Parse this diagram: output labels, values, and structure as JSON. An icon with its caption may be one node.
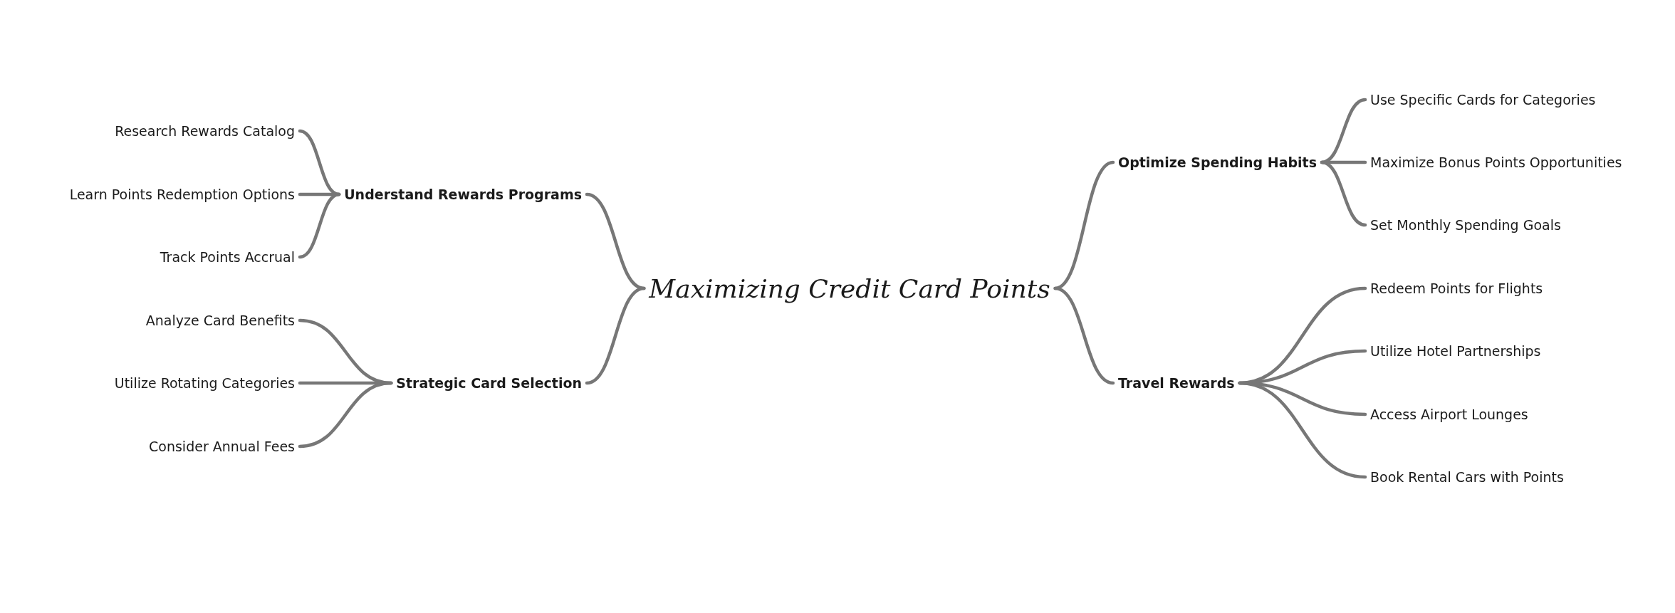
{
  "diagram": {
    "nodes": [
      {
        "text": [
          "Maximizing Credit Card Points"
        ]
      },
      {
        "text": [
          "Understand Rewards Programs"
        ]
      },
      {
        "text": [
          "Research Rewards Catalog"
        ]
      },
      {
        "text": [
          "Learn Points Redemption Options"
        ]
      },
      {
        "text": [
          "Track Points Accrual"
        ]
      },
      {
        "text": [
          "Strategic Card Selection"
        ]
      },
      {
        "text": [
          "Analyze Card Benefits"
        ]
      },
      {
        "text": [
          "Utilize Rotating Categories"
        ]
      },
      {
        "text": [
          "Consider Annual Fees"
        ]
      },
      {
        "text": [
          "Optimize Spending Habits"
        ]
      },
      {
        "text": [
          "Use Specific Cards for Categories"
        ]
      },
      {
        "text": [
          "Maximize Bonus Points Opportunities"
        ]
      },
      {
        "text": [
          "Set Monthly Spending Goals"
        ]
      },
      {
        "text": [
          "Travel Rewards"
        ]
      },
      {
        "text": [
          "Redeem Points for Flights"
        ]
      },
      {
        "text": [
          "Utilize Hotel Partnerships"
        ]
      },
      {
        "text": [
          "Access Airport Lounges"
        ]
      },
      {
        "text": [
          "Book Rental Cars with Points"
        ]
      }
    ],
    "edges": [
      {
        "from": 0,
        "to": 1,
        "arrow": "none"
      },
      {
        "from": 1,
        "to": 2,
        "arrow": "none"
      },
      {
        "from": 1,
        "to": 3,
        "arrow": "none"
      },
      {
        "from": 1,
        "to": 4,
        "arrow": "none"
      },
      {
        "from": 0,
        "to": 5,
        "arrow": "none"
      },
      {
        "from": 5,
        "to": 6,
        "arrow": "none"
      },
      {
        "from": 5,
        "to": 7,
        "arrow": "none"
      },
      {
        "from": 5,
        "to": 8,
        "arrow": "none"
      },
      {
        "from": 0,
        "to": 9,
        "arrow": "none"
      },
      {
        "from": 9,
        "to": 10,
        "arrow": "none"
      },
      {
        "from": 9,
        "to": 11,
        "arrow": "none"
      },
      {
        "from": 9,
        "to": 12,
        "arrow": "none"
      },
      {
        "from": 0,
        "to": 13,
        "arrow": "none"
      },
      {
        "from": 13,
        "to": 14,
        "arrow": "none"
      },
      {
        "from": 13,
        "to": 15,
        "arrow": "none"
      },
      {
        "from": 13,
        "to": 16,
        "arrow": "none"
      },
      {
        "from": 13,
        "to": 17,
        "arrow": "none"
      }
    ]
  }
}
